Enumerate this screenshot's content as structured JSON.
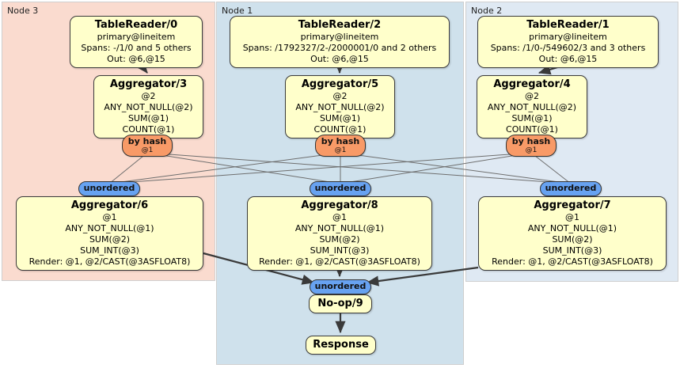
{
  "regions": [
    {
      "label": "Node 3"
    },
    {
      "label": "Node 1"
    },
    {
      "label": "Node 2"
    }
  ],
  "processors": {
    "tr0": {
      "title": "TableReader/0",
      "rows": [
        "primary@lineitem",
        "Spans: -/1/0 and 5 others",
        "Out: @6,@15"
      ]
    },
    "tr2": {
      "title": "TableReader/2",
      "rows": [
        "primary@lineitem",
        "Spans: /1792327/2-/2000001/0 and 2 others",
        "Out: @6,@15"
      ]
    },
    "tr1": {
      "title": "TableReader/1",
      "rows": [
        "primary@lineitem",
        "Spans: /1/0-/549602/3 and 3 others",
        "Out: @6,@15"
      ]
    },
    "agg3": {
      "title": "Aggregator/3",
      "rows": [
        "@2",
        "ANY_NOT_NULL(@2)",
        "SUM(@1)",
        "COUNT(@1)"
      ]
    },
    "agg5": {
      "title": "Aggregator/5",
      "rows": [
        "@2",
        "ANY_NOT_NULL(@2)",
        "SUM(@1)",
        "COUNT(@1)"
      ]
    },
    "agg4": {
      "title": "Aggregator/4",
      "rows": [
        "@2",
        "ANY_NOT_NULL(@2)",
        "SUM(@1)",
        "COUNT(@1)"
      ]
    },
    "agg6": {
      "title": "Aggregator/6",
      "rows": [
        "@1",
        "ANY_NOT_NULL(@1)",
        "SUM(@2)",
        "SUM_INT(@3)",
        "Render: @1, @2/CAST(@3ASFLOAT8)"
      ]
    },
    "agg8": {
      "title": "Aggregator/8",
      "rows": [
        "@1",
        "ANY_NOT_NULL(@1)",
        "SUM(@2)",
        "SUM_INT(@3)",
        "Render: @1, @2/CAST(@3ASFLOAT8)"
      ]
    },
    "agg7": {
      "title": "Aggregator/7",
      "rows": [
        "@1",
        "ANY_NOT_NULL(@1)",
        "SUM(@2)",
        "SUM_INT(@3)",
        "Render: @1, @2/CAST(@3ASFLOAT8)"
      ]
    },
    "noop": {
      "title": "No-op/9"
    },
    "response": {
      "title": "Response"
    }
  },
  "router": {
    "label": "by hash",
    "tag": "@1"
  },
  "sync": {
    "label": "unordered"
  },
  "colors": {
    "node3_bg": "#fadbcf",
    "node1_bg": "#cfe1ec",
    "node2_bg": "#dfe9f3",
    "box_bg": "#ffffcb",
    "router_bg": "#f89a67",
    "sync_bg": "#67a2f1"
  }
}
